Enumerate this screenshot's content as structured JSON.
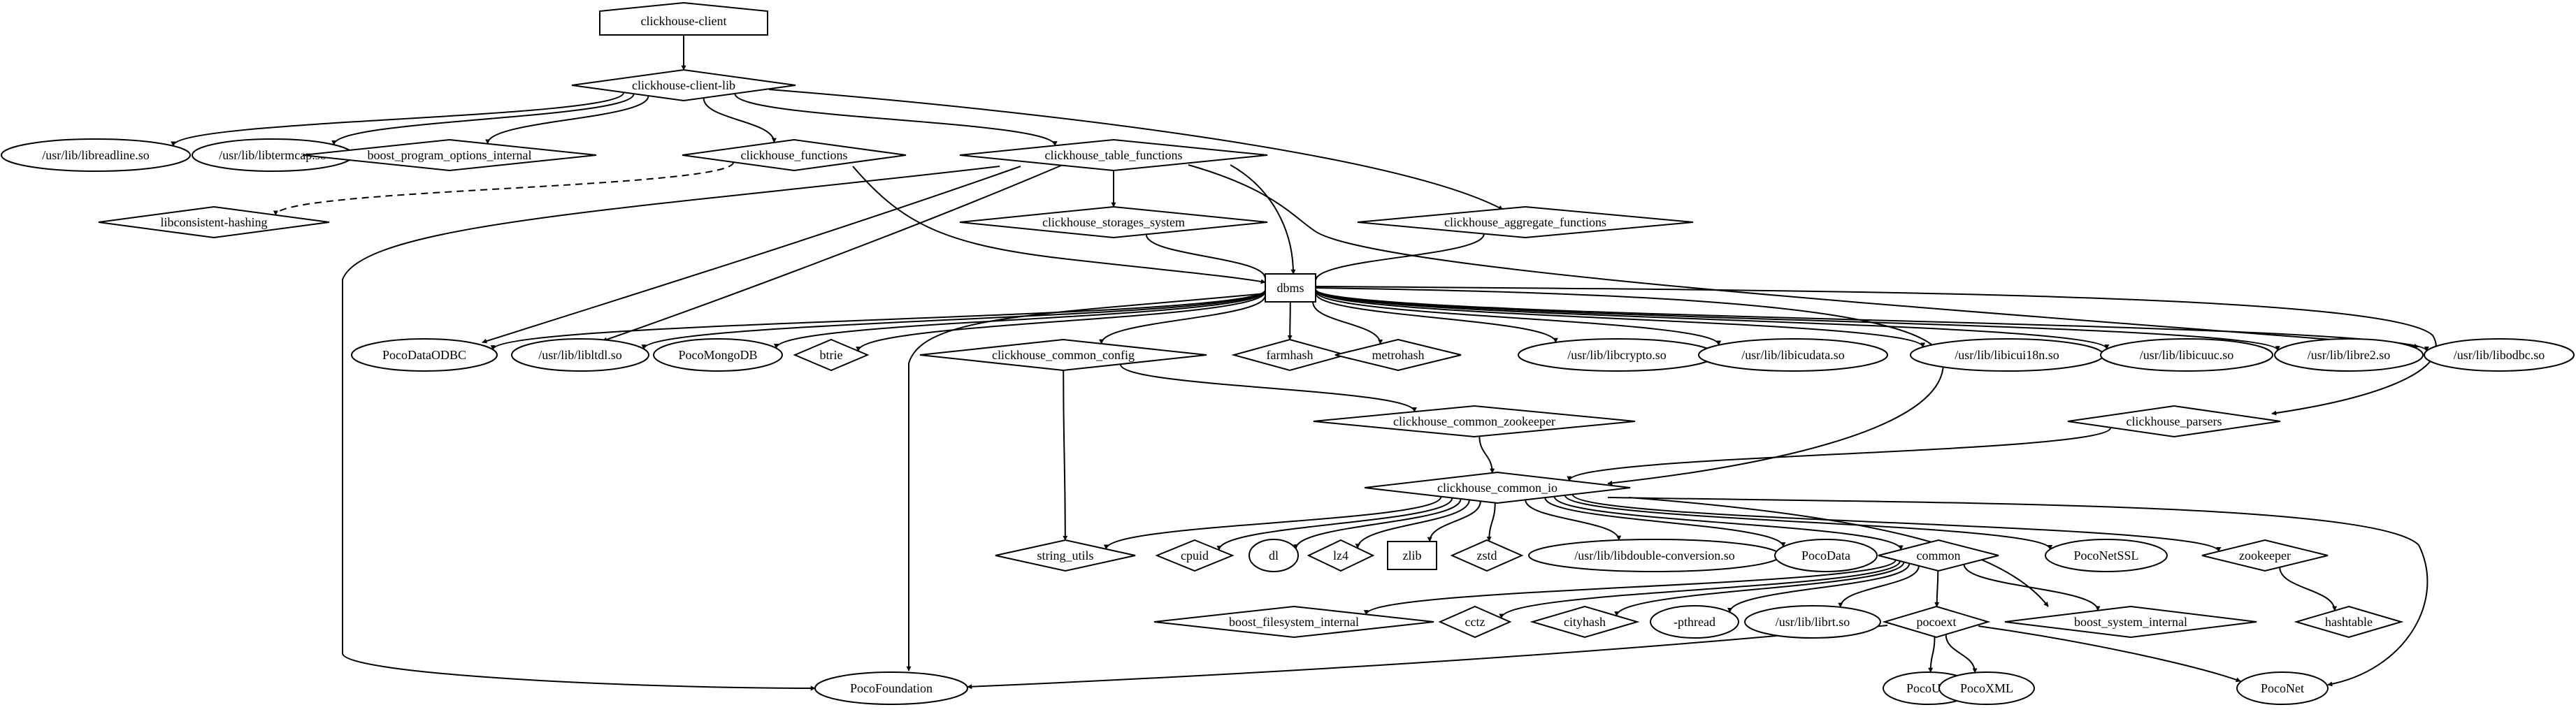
{
  "nodes": [
    {
      "id": "clickhouse_client",
      "label": "clickhouse-client",
      "shape": "house"
    },
    {
      "id": "clickhouse_client_lib",
      "label": "clickhouse-client-lib",
      "shape": "diamond"
    },
    {
      "id": "libreadline",
      "label": "/usr/lib/libreadline.so",
      "shape": "ellipse"
    },
    {
      "id": "libtermcap",
      "label": "/usr/lib/libtermcap.so",
      "shape": "ellipse"
    },
    {
      "id": "boost_program_options_internal",
      "label": "boost_program_options_internal",
      "shape": "diamond"
    },
    {
      "id": "clickhouse_functions",
      "label": "clickhouse_functions",
      "shape": "diamond"
    },
    {
      "id": "clickhouse_table_functions",
      "label": "clickhouse_table_functions",
      "shape": "diamond"
    },
    {
      "id": "libconsistent_hashing",
      "label": "libconsistent-hashing",
      "shape": "diamond"
    },
    {
      "id": "clickhouse_storages_system",
      "label": "clickhouse_storages_system",
      "shape": "diamond"
    },
    {
      "id": "clickhouse_aggregate_functions",
      "label": "clickhouse_aggregate_functions",
      "shape": "diamond"
    },
    {
      "id": "dbms",
      "label": "dbms",
      "shape": "box"
    },
    {
      "id": "PocoDataODBC",
      "label": "PocoDataODBC",
      "shape": "ellipse"
    },
    {
      "id": "libltdl",
      "label": "/usr/lib/libltdl.so",
      "shape": "ellipse"
    },
    {
      "id": "PocoMongoDB",
      "label": "PocoMongoDB",
      "shape": "ellipse"
    },
    {
      "id": "btrie",
      "label": "btrie",
      "shape": "diamond"
    },
    {
      "id": "clickhouse_common_config",
      "label": "clickhouse_common_config",
      "shape": "diamond"
    },
    {
      "id": "farmhash",
      "label": "farmhash",
      "shape": "diamond"
    },
    {
      "id": "metrohash",
      "label": "metrohash",
      "shape": "diamond"
    },
    {
      "id": "libcrypto",
      "label": "/usr/lib/libcrypto.so",
      "shape": "ellipse"
    },
    {
      "id": "libicudata",
      "label": "/usr/lib/libicudata.so",
      "shape": "ellipse"
    },
    {
      "id": "libicui18n",
      "label": "/usr/lib/libicui18n.so",
      "shape": "ellipse"
    },
    {
      "id": "libicuuc",
      "label": "/usr/lib/libicuuc.so",
      "shape": "ellipse"
    },
    {
      "id": "libre2",
      "label": "/usr/lib/libre2.so",
      "shape": "ellipse"
    },
    {
      "id": "libodbc",
      "label": "/usr/lib/libodbc.so",
      "shape": "ellipse"
    },
    {
      "id": "clickhouse_common_zookeeper",
      "label": "clickhouse_common_zookeeper",
      "shape": "diamond"
    },
    {
      "id": "clickhouse_parsers",
      "label": "clickhouse_parsers",
      "shape": "diamond"
    },
    {
      "id": "clickhouse_common_io",
      "label": "clickhouse_common_io",
      "shape": "diamond"
    },
    {
      "id": "string_utils",
      "label": "string_utils",
      "shape": "diamond"
    },
    {
      "id": "cpuid",
      "label": "cpuid",
      "shape": "diamond"
    },
    {
      "id": "dl",
      "label": "dl",
      "shape": "ellipse"
    },
    {
      "id": "lz4",
      "label": "lz4",
      "shape": "diamond"
    },
    {
      "id": "zlib",
      "label": "zlib",
      "shape": "box"
    },
    {
      "id": "zstd",
      "label": "zstd",
      "shape": "diamond"
    },
    {
      "id": "libdouble_conversion",
      "label": "/usr/lib/libdouble-conversion.so",
      "shape": "ellipse"
    },
    {
      "id": "PocoData",
      "label": "PocoData",
      "shape": "ellipse"
    },
    {
      "id": "common",
      "label": "common",
      "shape": "diamond"
    },
    {
      "id": "PocoNetSSL",
      "label": "PocoNetSSL",
      "shape": "ellipse"
    },
    {
      "id": "zookeeper",
      "label": "zookeeper",
      "shape": "diamond"
    },
    {
      "id": "boost_filesystem_internal",
      "label": "boost_filesystem_internal",
      "shape": "diamond"
    },
    {
      "id": "cctz",
      "label": "cctz",
      "shape": "diamond"
    },
    {
      "id": "cityhash",
      "label": "cityhash",
      "shape": "diamond"
    },
    {
      "id": "pthread",
      "label": "-pthread",
      "shape": "ellipse"
    },
    {
      "id": "librt",
      "label": "/usr/lib/librt.so",
      "shape": "ellipse"
    },
    {
      "id": "pocoext",
      "label": "pocoext",
      "shape": "diamond"
    },
    {
      "id": "boost_system_internal",
      "label": "boost_system_internal",
      "shape": "diamond"
    },
    {
      "id": "hashtable",
      "label": "hashtable",
      "shape": "diamond"
    },
    {
      "id": "PocoFoundation",
      "label": "PocoFoundation",
      "shape": "ellipse"
    },
    {
      "id": "PocoUtil",
      "label": "PocoUtil",
      "shape": "ellipse"
    },
    {
      "id": "PocoXML",
      "label": "PocoXML",
      "shape": "ellipse"
    },
    {
      "id": "PocoNet",
      "label": "PocoNet",
      "shape": "ellipse"
    }
  ],
  "edges": [
    {
      "from": "clickhouse_client",
      "to": "clickhouse_client_lib"
    },
    {
      "from": "clickhouse_client_lib",
      "to": "libreadline"
    },
    {
      "from": "clickhouse_client_lib",
      "to": "libtermcap"
    },
    {
      "from": "clickhouse_client_lib",
      "to": "boost_program_options_internal"
    },
    {
      "from": "clickhouse_client_lib",
      "to": "clickhouse_functions"
    },
    {
      "from": "clickhouse_client_lib",
      "to": "clickhouse_table_functions"
    },
    {
      "from": "clickhouse_client_lib",
      "to": "clickhouse_aggregate_functions"
    },
    {
      "from": "clickhouse_functions",
      "to": "libconsistent_hashing",
      "style": "dashed"
    },
    {
      "from": "clickhouse_functions",
      "to": "dbms"
    },
    {
      "from": "clickhouse_table_functions",
      "to": "clickhouse_storages_system"
    },
    {
      "from": "clickhouse_table_functions",
      "to": "dbms"
    },
    {
      "from": "clickhouse_table_functions",
      "to": "PocoDataODBC"
    },
    {
      "from": "clickhouse_table_functions",
      "to": "libltdl"
    },
    {
      "from": "clickhouse_table_functions",
      "to": "libodbc"
    },
    {
      "from": "clickhouse_table_functions",
      "to": "PocoFoundation"
    },
    {
      "from": "clickhouse_storages_system",
      "to": "dbms"
    },
    {
      "from": "clickhouse_aggregate_functions",
      "to": "dbms"
    },
    {
      "from": "dbms",
      "to": "PocoDataODBC"
    },
    {
      "from": "dbms",
      "to": "libltdl"
    },
    {
      "from": "dbms",
      "to": "PocoMongoDB"
    },
    {
      "from": "dbms",
      "to": "btrie"
    },
    {
      "from": "dbms",
      "to": "clickhouse_common_config"
    },
    {
      "from": "dbms",
      "to": "farmhash"
    },
    {
      "from": "dbms",
      "to": "metrohash"
    },
    {
      "from": "dbms",
      "to": "libcrypto"
    },
    {
      "from": "dbms",
      "to": "libicudata"
    },
    {
      "from": "dbms",
      "to": "libicui18n"
    },
    {
      "from": "dbms",
      "to": "libicuuc"
    },
    {
      "from": "dbms",
      "to": "libre2"
    },
    {
      "from": "dbms",
      "to": "libodbc"
    },
    {
      "from": "dbms",
      "to": "clickhouse_parsers"
    },
    {
      "from": "dbms",
      "to": "clickhouse_common_io"
    },
    {
      "from": "dbms",
      "to": "PocoFoundation"
    },
    {
      "from": "clickhouse_common_config",
      "to": "clickhouse_common_zookeeper"
    },
    {
      "from": "clickhouse_common_config",
      "to": "string_utils"
    },
    {
      "from": "clickhouse_common_zookeeper",
      "to": "clickhouse_common_io"
    },
    {
      "from": "clickhouse_parsers",
      "to": "clickhouse_common_io"
    },
    {
      "from": "clickhouse_common_io",
      "to": "string_utils"
    },
    {
      "from": "clickhouse_common_io",
      "to": "cpuid"
    },
    {
      "from": "clickhouse_common_io",
      "to": "dl"
    },
    {
      "from": "clickhouse_common_io",
      "to": "lz4"
    },
    {
      "from": "clickhouse_common_io",
      "to": "zlib"
    },
    {
      "from": "clickhouse_common_io",
      "to": "zstd"
    },
    {
      "from": "clickhouse_common_io",
      "to": "libdouble_conversion"
    },
    {
      "from": "clickhouse_common_io",
      "to": "PocoData"
    },
    {
      "from": "clickhouse_common_io",
      "to": "common"
    },
    {
      "from": "clickhouse_common_io",
      "to": "PocoNetSSL"
    },
    {
      "from": "clickhouse_common_io",
      "to": "zookeeper"
    },
    {
      "from": "clickhouse_common_io",
      "to": "boost_system_internal"
    },
    {
      "from": "clickhouse_common_io",
      "to": "PocoNet"
    },
    {
      "from": "common",
      "to": "boost_filesystem_internal"
    },
    {
      "from": "common",
      "to": "cctz"
    },
    {
      "from": "common",
      "to": "cityhash"
    },
    {
      "from": "common",
      "to": "pthread"
    },
    {
      "from": "common",
      "to": "librt"
    },
    {
      "from": "common",
      "to": "pocoext"
    },
    {
      "from": "common",
      "to": "boost_system_internal"
    },
    {
      "from": "zookeeper",
      "to": "hashtable"
    },
    {
      "from": "pocoext",
      "to": "PocoFoundation"
    },
    {
      "from": "pocoext",
      "to": "PocoUtil"
    },
    {
      "from": "pocoext",
      "to": "PocoXML"
    },
    {
      "from": "pocoext",
      "to": "PocoNet"
    }
  ]
}
